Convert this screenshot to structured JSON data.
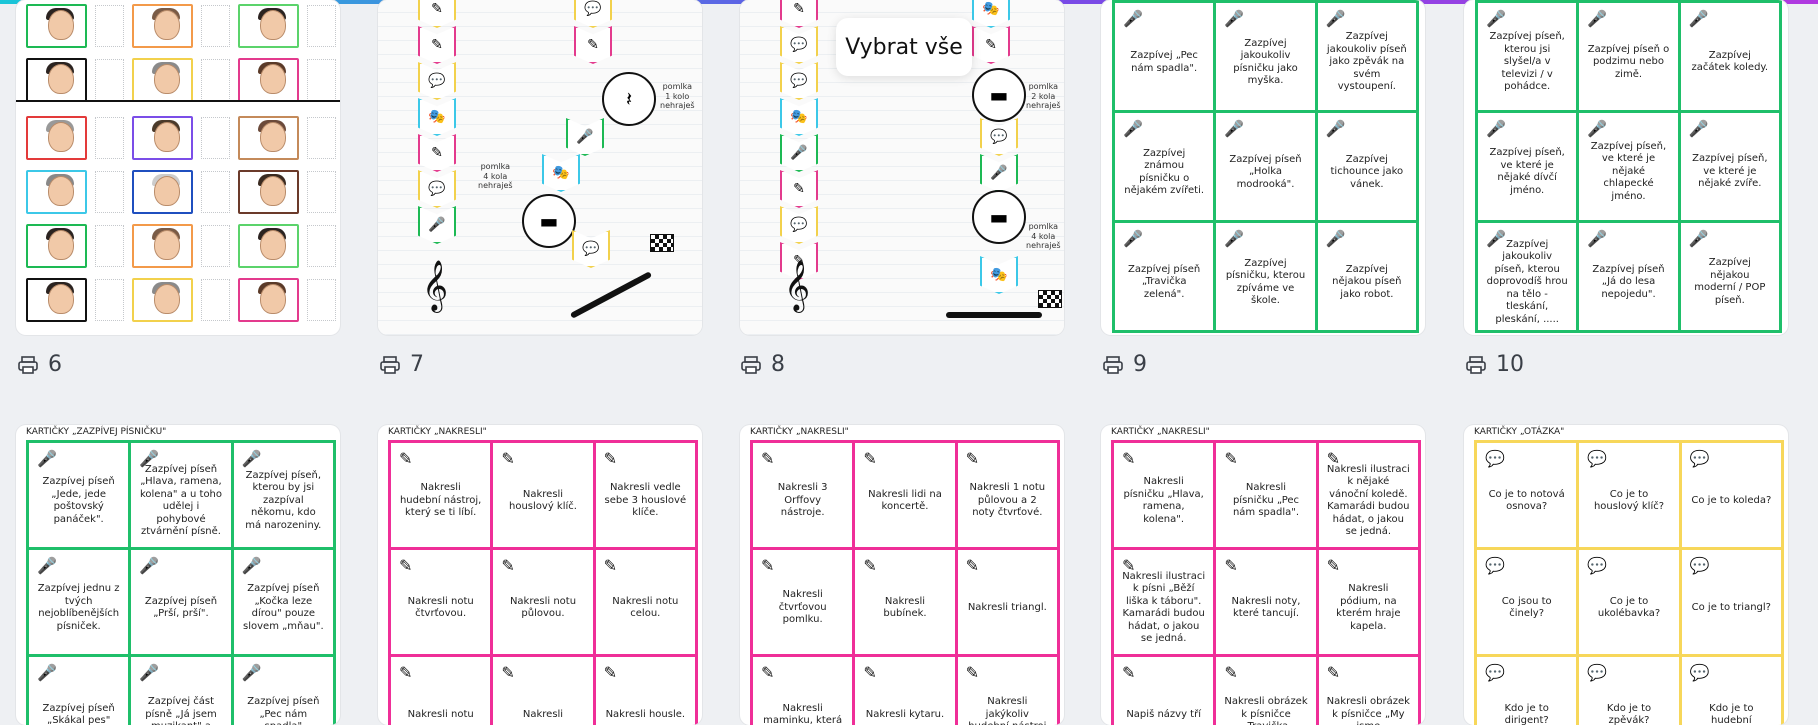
{
  "ui": {
    "tooltip": "Vybrat vše"
  },
  "page_numbers": [
    "6",
    "7",
    "8",
    "9",
    "10"
  ],
  "board7": {
    "labels": [
      {
        "t": "pomlka\n1 kolo\nnehraješ"
      },
      {
        "t": "pomlka\n4 kola\nnehraješ"
      }
    ]
  },
  "board8": {
    "labels": [
      {
        "t": "pomlka\n2 kola\nnehraješ"
      },
      {
        "t": "pomlka\n4 kola\nnehraješ"
      }
    ]
  },
  "page9": {
    "cards": [
      "Zazpívej „Pec nám spadla\".",
      "Zazpívej jakoukoliv písničku jako myška.",
      "Zazpívej jakoukoliv píseň jako zpěvák na svém vystoupení.",
      "Zazpívej známou písničku o nějakém zvířeti.",
      "Zazpívej píseň „Holka modrooká\".",
      "Zazpívej tichounce jako vánek.",
      "Zazpívej píseň „Travička zelená\".",
      "Zazpívej písničku, kterou zpíváme ve škole.",
      "Zazpívej nějakou píseň jako robot."
    ]
  },
  "page10": {
    "cards": [
      "Zazpívej píseň, kterou jsi slyšel/a v televizi / v pohádce.",
      "Zazpívej píseň o podzimu nebo zimě.",
      "Zazpívej začátek koledy.",
      "Zazpívej píseň, ve které je nějaké dívčí jméno.",
      "Zazpívej píseň, ve které je nějaké chlapecké jméno.",
      "Zazpívej píseň, ve které je nějaké zvíře.",
      "Zazpívej jakoukoliv píseň, kterou doprovodíš hrou na tělo - tleskání, pleskání, .....",
      "Zazpívej píseň „Já do lesa nepojedu\".",
      "Zazpívej nějakou moderní / POP píseň."
    ]
  },
  "page11": {
    "title": "KARTIČKY „ZAZPÍVEJ PÍSNIČKU\"",
    "cards": [
      "Zazpívej píseň „Jede, jede poštovský panáček\".",
      "Zazpívej píseň „Hlava, ramena, kolena\" a u toho udělej i pohybové ztvárnění písně.",
      "Zazpívej píseň, kterou by jsi zazpíval někomu, kdo má narozeniny.",
      "Zazpívej jednu z tvých nejoblíbenějších písniček.",
      "Zazpívej píseň „Prší, prší\".",
      "Zazpívej píseň „Kočka leze dírou\" pouze slovem „mňau\".",
      "Zazpívej píseň „Skákal pes\"",
      "Zazpívej část písně „Já jsem muzikant\" a",
      "Zazpívej píseň „Pec nám spadla\""
    ]
  },
  "page12": {
    "title": "KARTIČKY „NAKRESLI\"",
    "cards": [
      "Nakresli hudební nástroj, který se ti líbí.",
      "Nakresli houslový klíč.",
      "Nakresli vedle sebe 3 houslové klíče.",
      "Nakresli notu čtvrťovou.",
      "Nakresli notu půlovou.",
      "Nakresli notu celou.",
      "Nakresli notu",
      "Nakresli",
      "Nakresli housle."
    ]
  },
  "page13": {
    "title": "KARTIČKY „NAKRESLI\"",
    "cards": [
      "Nakresli 3 Orffovy nástroje.",
      "Nakresli lidi na koncertě.",
      "Nakresli 1 notu půlovou a 2 noty čtvrťové.",
      "Nakresli čtvrťovou pomlku.",
      "Nakresli bubínek.",
      "Nakresli triangl.",
      "Nakresli maminku, která",
      "Nakresli kytaru.",
      "Nakresli jakýkoliv hudební nástroj"
    ]
  },
  "page14": {
    "title": "KARTIČKY „NAKRESLI\"",
    "cards": [
      "Nakresli písničku „Hlava, ramena, kolena\".",
      "Nakresli písničku „Pec nám spadla\".",
      "Nakresli ilustraci k nějaké vánoční koledě. Kamarádi budou hádat, o jakou se jedná.",
      "Nakresli ilustraci k písni „Běží liška k táboru\". Kamarádi budou hádat, o jakou se jedná.",
      "Nakresli noty, které tancují.",
      "Nakresli pódium, na kterém hraje kapela.",
      "Napiš názvy tří",
      "Nakresli obrázek k písničce „Travička",
      "Nakresli obrázek k písničce „My jsme"
    ]
  },
  "page15": {
    "title": "KARTIČKY „OTÁZKA\"",
    "cards": [
      "Co je to notová osnova?",
      "Co je to houslový klíč?",
      "Co je to koleda?",
      "Co jsou to činely?",
      "Co je to ukolébavka?",
      "Co je to triangl?",
      "Kdo je to dirigent?",
      "Kdo je to zpěvák?",
      "Kdo je to hudební"
    ]
  },
  "icons": {
    "mic": "mic-icon",
    "pen": "pen-icon",
    "question": "speech-bubble-icon",
    "print": "printer-icon"
  },
  "colors": {
    "green": "#1fbf6a",
    "pink": "#ef2f98",
    "yellow": "#f7d75a"
  }
}
